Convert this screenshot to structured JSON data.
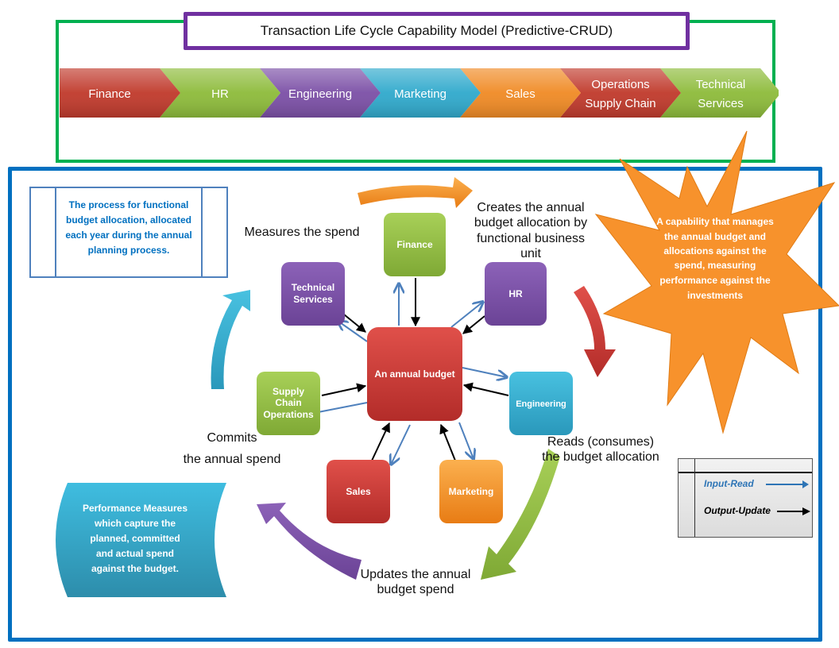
{
  "title": "Transaction Life Cycle Capability Model (Predictive-CRUD)",
  "chevrons": [
    {
      "label": "Finance",
      "color": "#c0392b"
    },
    {
      "label": "HR",
      "color": "#8dbb3a"
    },
    {
      "label": "Engineering",
      "color": "#7b4fa6"
    },
    {
      "label": "Marketing",
      "color": "#2fa9cc"
    },
    {
      "label": "Sales",
      "color": "#f08a24"
    },
    {
      "label_line1": "Operations",
      "label_line2": "Supply Chain",
      "color": "#c0392b"
    },
    {
      "label_line1": "Technical",
      "label_line2": "Services",
      "color": "#8dbb3a"
    }
  ],
  "left_note": "The process for functional budget allocation, allocated each year during the annual planning process.",
  "starburst_text": [
    "A capability that manages",
    "the annual budget and",
    "allocations against the",
    "spend, measuring",
    "performance against the",
    "investments"
  ],
  "center_node": "An annual budget",
  "nodes": {
    "finance": "Finance",
    "hr": "HR",
    "engineering": "Engineering",
    "marketing": "Marketing",
    "sales": "Sales",
    "supply_chain": [
      "Supply",
      "Chain",
      "Operations"
    ],
    "technical_services": [
      "Technical",
      "Services"
    ]
  },
  "cycle_labels": {
    "creates": [
      "Creates the annual",
      "budget allocation by",
      "functional business",
      "unit"
    ],
    "reads": [
      "Reads (consumes)",
      "the budget allocation"
    ],
    "updates": [
      "Updates the annual",
      "budget spend"
    ],
    "commits": [
      "Commits",
      "the annual spend"
    ],
    "measures": "Measures the spend"
  },
  "performance_measures": [
    "Performance Measures",
    "which capture the",
    "planned, committed",
    "and actual spend",
    "against the budget."
  ],
  "legend": {
    "input_read": "Input-Read",
    "output_update": "Output-Update",
    "input_color": "#2e75b6",
    "output_color": "#000000"
  }
}
